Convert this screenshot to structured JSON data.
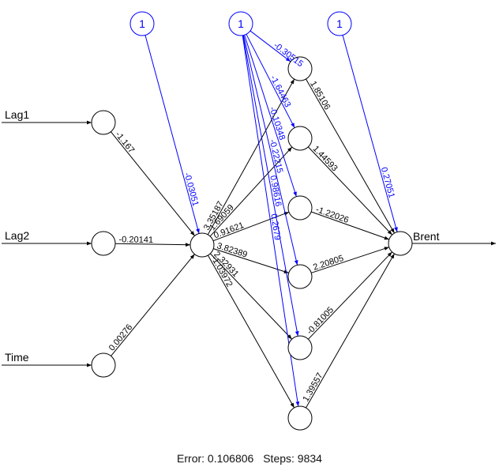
{
  "network": {
    "inputs": [
      {
        "label": "Lag1"
      },
      {
        "label": "Lag2"
      },
      {
        "label": "Time"
      }
    ],
    "output": {
      "label": "Brent"
    },
    "bias_label": "1",
    "input_to_layer1": [
      "-1.167",
      "-0.20141",
      "0.00276"
    ],
    "bias1_to_layer1": "-0.03051",
    "layer1_to_layer2": [
      "3.35187",
      "-1.69059",
      "0.91621",
      "3.82389",
      "2.32931",
      "-1.03972"
    ],
    "bias2_to_layer2": [
      "-0.30515",
      "-1.64463",
      "-0.10348",
      "-0.22215",
      "0.98616",
      "0.2679"
    ],
    "layer2_to_output": [
      "1.85106",
      "1.44593",
      "-1.22026",
      "2.20805",
      "-0.81005",
      "1.39557"
    ],
    "bias3_to_output": "0.27051"
  },
  "footer": {
    "error_label": "Error: 0.106806",
    "steps_label": "Steps: 9834"
  },
  "colors": {
    "weight": "#000000",
    "bias": "#0000ff"
  }
}
